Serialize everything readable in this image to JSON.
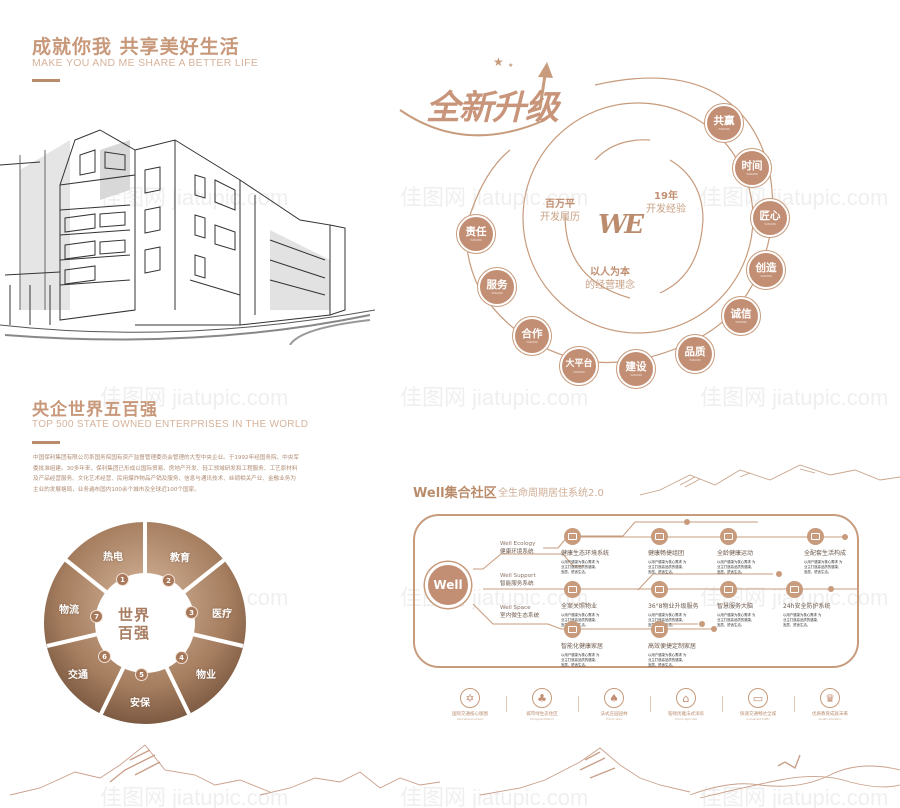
{
  "section_top_left": {
    "title_cn": "成就你我  共享美好生活",
    "title_en": "MAKE YOU AND ME SHARE A BETTER LIFE",
    "illustration": "building-sketch"
  },
  "section_soe": {
    "title_cn": "央企世界五百强",
    "title_en": "TOP 500 STATE OWNED ENTERPRISES IN THE WORLD",
    "paragraph": "中国保利集团有限公司系国务院国有资产监督管理委员会管理的大型中央企业。于1992年经国务院、中央军委批准组建。30多年来，保利集团已形成以国际贸易、房地产开发、轻工领域研发和工程服务、工艺原材料及产品经营服务、文化艺术经营、民用爆炸物品产销及服务、信息与通讯技术、丝绸相关产业、金融业务为主业的发展格局，业务遍布国内100余个城市及全球近100个国家。"
  },
  "pie": {
    "center": [
      "世界",
      "百强"
    ],
    "segments": [
      {
        "num": "1",
        "label": "热电"
      },
      {
        "num": "2",
        "label": "教育"
      },
      {
        "num": "3",
        "label": "医疗"
      },
      {
        "num": "4",
        "label": "物业"
      },
      {
        "num": "5",
        "label": "安保"
      },
      {
        "num": "6",
        "label": "交通"
      },
      {
        "num": "7",
        "label": "物流"
      }
    ]
  },
  "upgrade": {
    "title": "全新升级",
    "center_logo": "WE",
    "left": {
      "bold": "百万平",
      "sub": "开发履历"
    },
    "right": {
      "bold": "19年",
      "sub": "开发经验"
    },
    "bottom": {
      "bold": "以人为本",
      "sub": "的经营理念"
    },
    "badges": [
      {
        "label": "共赢",
        "tiny": "WIN-WIN"
      },
      {
        "label": "时间",
        "tiny": "WIN-WIN"
      },
      {
        "label": "匠心",
        "tiny": "WIN-WIN"
      },
      {
        "label": "创造",
        "tiny": "WIN-WIN"
      },
      {
        "label": "诚信",
        "tiny": "WIN-WIN"
      },
      {
        "label": "品质",
        "tiny": "WIN-WIN"
      },
      {
        "label": "建设",
        "tiny": "WIN-WIN"
      },
      {
        "label": "大平台",
        "tiny": "WIN-WIN"
      },
      {
        "label": "合作",
        "tiny": "WIN-WIN"
      },
      {
        "label": "服务",
        "tiny": "WIN-WIN"
      },
      {
        "label": "责任",
        "tiny": "WIN-WIN"
      }
    ]
  },
  "well": {
    "title": "Well集合社区",
    "subtitle": "全生命周期居住系统2.0",
    "hub": "Well",
    "branches": [
      {
        "en": "Well Ecology",
        "cn": "健康环境系统"
      },
      {
        "en": "Well Support",
        "cn": "智能服务系统"
      },
      {
        "en": "Well Space",
        "cn": "室内微生态系统"
      }
    ],
    "nodes": [
      {
        "label": "健康生态环境系统",
        "desc": "以用户健康为核心需求 为业主打造高品质的健康、宜居、舒适生活。"
      },
      {
        "label": "健康畅捷组团",
        "desc": "以用户健康为核心需求 为业主打造高品质的健康、宜居、舒适生活。"
      },
      {
        "label": "全龄健康运动",
        "desc": "以用户健康为核心需求 为业主打造高品质的健康、宜居、舒适生活。"
      },
      {
        "label": "全配套生活构成",
        "desc": "以用户健康为核心需求 为业主打造高品质的健康、宜居、舒适生活。"
      },
      {
        "label": "全案关照物业",
        "desc": "以用户健康为核心需求 为业主打造高品质的健康、宜居、舒适生活。"
      },
      {
        "label": "36°8物业升级服务",
        "desc": "以用户健康为核心需求 为业主打造高品质的健康、宜居、舒适生活。"
      },
      {
        "label": "智慧服务大脑",
        "desc": "以用户健康为核心需求 为业主打造高品质的健康、宜居、舒适生活。"
      },
      {
        "label": "24h安全防护系统",
        "desc": "以用户健康为核心需求 为业主打造高品质的健康、宜居、舒适生活。"
      },
      {
        "label": "智能化健康家居",
        "desc": "以用户健康为核心需求 为业主打造高品质的健康、宜居、舒适生活。"
      },
      {
        "label": "高效便捷定制家居",
        "desc": "以用户健康为核心需求 为业主打造高品质的健康、宜居、舒适生活。"
      }
    ]
  },
  "icons": [
    {
      "icon": "star-of-david-icon",
      "glyph": "✡",
      "cn": "国际交通核心版图",
      "en": "International Airport"
    },
    {
      "icon": "tree-icon",
      "glyph": "♣",
      "cn": "城市绿生态住区",
      "en": "Ecological District"
    },
    {
      "icon": "bonsai-icon",
      "glyph": "♠",
      "cn": "法式庄园园林",
      "en": "French style"
    },
    {
      "icon": "arch-door-icon",
      "glyph": "⌂",
      "cn": "铂顿优雅法式洋房",
      "en": "French style villa"
    },
    {
      "icon": "car-icon",
      "glyph": "▭",
      "cn": "快速交通畅达全城",
      "en": "Convenient traffic"
    },
    {
      "icon": "crown-sofa-icon",
      "glyph": "♛",
      "cn": "优质教育成就未来",
      "en": "Quality education"
    }
  ],
  "watermark": "佳图网 jiatupic.com",
  "colors": {
    "accent": "#c38f74",
    "accent_light": "#d6b39b",
    "rule": "#b98c6c"
  }
}
